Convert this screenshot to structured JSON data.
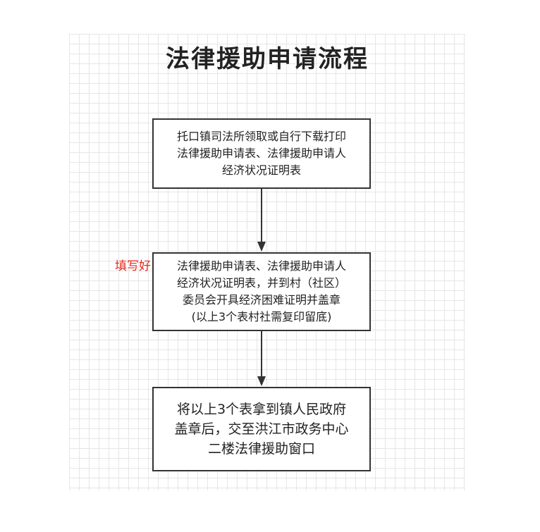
{
  "title": "法律援助申请流程",
  "steps": [
    {
      "lines": [
        "托口镇司法所领取或自行下载打印",
        "法律援助申请表、法律援助申请人",
        "经济状况证明表"
      ]
    },
    {
      "lines": [
        "法律援助申请表、法律援助申请人",
        "经济状况证明表，并到村（社区）",
        "委员会开具经济困难证明并盖章",
        "(以上3个表村社需复印留底)"
      ]
    },
    {
      "lines": [
        "将以上3个表拿到镇人民政府",
        "盖章后，交至洪江市政务中心",
        "二楼法律援助窗口"
      ]
    }
  ],
  "annotation": "填写好",
  "colors": {
    "annotation": "#e8261c",
    "border": "#333333",
    "grid": "#e6e6e6"
  }
}
